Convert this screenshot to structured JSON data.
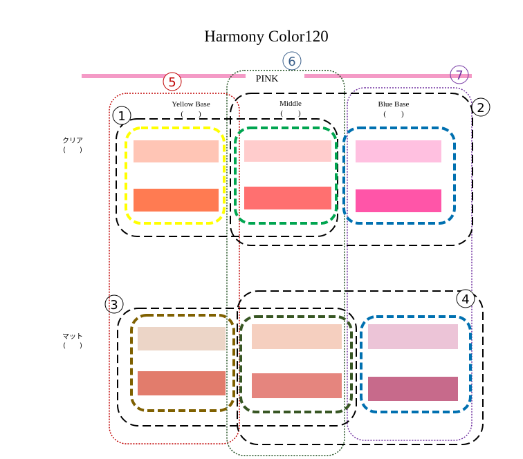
{
  "title": "Harmony Color120",
  "pink_label": "PINK",
  "columns": [
    {
      "label": "Yellow Base",
      "paren": "(　　)"
    },
    {
      "label": "Middle",
      "paren": "(　　)"
    },
    {
      "label": "Blue Base",
      "paren": "(　　)"
    }
  ],
  "rows": [
    {
      "label": "クリア",
      "paren": "(　　)"
    },
    {
      "label": "マット",
      "paren": "(　　)"
    }
  ],
  "markers": [
    "1",
    "2",
    "3",
    "4",
    "5",
    "6",
    "7"
  ],
  "colors": {
    "clear": [
      [
        "#ffc5b5",
        "#ff7b52"
      ],
      [
        "#ffcccc",
        "#ff7070"
      ],
      [
        "#ffc0e0",
        "#ff55a8"
      ]
    ],
    "matte": [
      [
        "#ecd5c7",
        "#e27c6c"
      ],
      [
        "#f5cfbf",
        "#e5857e"
      ],
      [
        "#ecc4d7",
        "#c76a8b"
      ]
    ],
    "pink_line": "#f49ac6"
  }
}
